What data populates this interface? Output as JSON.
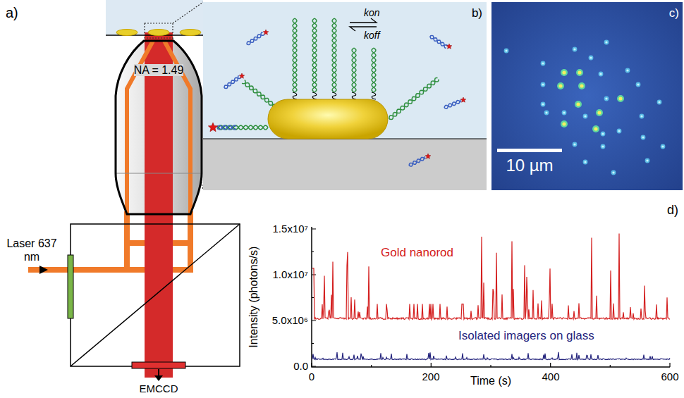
{
  "diagram": {
    "nodes": [
      {
        "text": [
          "NA = 1.49"
        ]
      },
      {
        "text": [
          "b)",
          "kon",
          "koff"
        ]
      },
      {
        "text": [
          "c)",
          "10 µm"
        ]
      }
    ],
    "labels": [
      "a)",
      "Laser 637 nm",
      "EMCCD",
      "d)",
      "Intensity (photons/s)",
      "1.5x10⁷",
      "1.0x10⁷",
      "5.0x10⁶",
      "0.0",
      "0",
      "200",
      "400",
      "600",
      "Time (s)",
      "Gold nanorod",
      "Isolated imagers on glass"
    ]
  }
}
